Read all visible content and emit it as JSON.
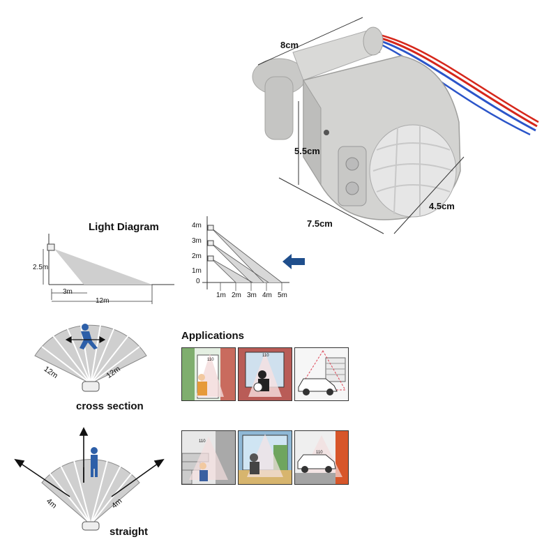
{
  "dimensions": {
    "width": "8cm",
    "height": "5.5cm",
    "length": "7.5cm",
    "depth": "4.5cm"
  },
  "light_diagram": {
    "title": "Light Diagram",
    "height_label": "2.5m",
    "short_distance": "3m",
    "long_distance": "12m"
  },
  "height_chart": {
    "y_labels": [
      "4m",
      "3m",
      "2m",
      "1m",
      "0"
    ],
    "x_labels": [
      "1m",
      "2m",
      "3m",
      "4m",
      "5m"
    ]
  },
  "cross_section": {
    "left_range": "12m",
    "right_range": "12m",
    "caption": "cross section"
  },
  "straight": {
    "left_range": "4m",
    "right_range": "4m",
    "caption": "straight"
  },
  "applications": {
    "title": "Applications",
    "panels": [
      {
        "id": "door-visitor",
        "sign": "110"
      },
      {
        "id": "burglar-window",
        "sign": "110"
      },
      {
        "id": "garage-car",
        "sign": ""
      },
      {
        "id": "staircase",
        "sign": "110"
      },
      {
        "id": "shop-entrance",
        "sign": ""
      },
      {
        "id": "carport",
        "sign": "110"
      }
    ]
  },
  "colors": {
    "sensor_body": "#d3d3d1",
    "beam_fill": "#cfcfcf",
    "arrow_blue": "#1f4e8c",
    "wire_red": "#d6271b",
    "wire_blue": "#2b55c9"
  }
}
